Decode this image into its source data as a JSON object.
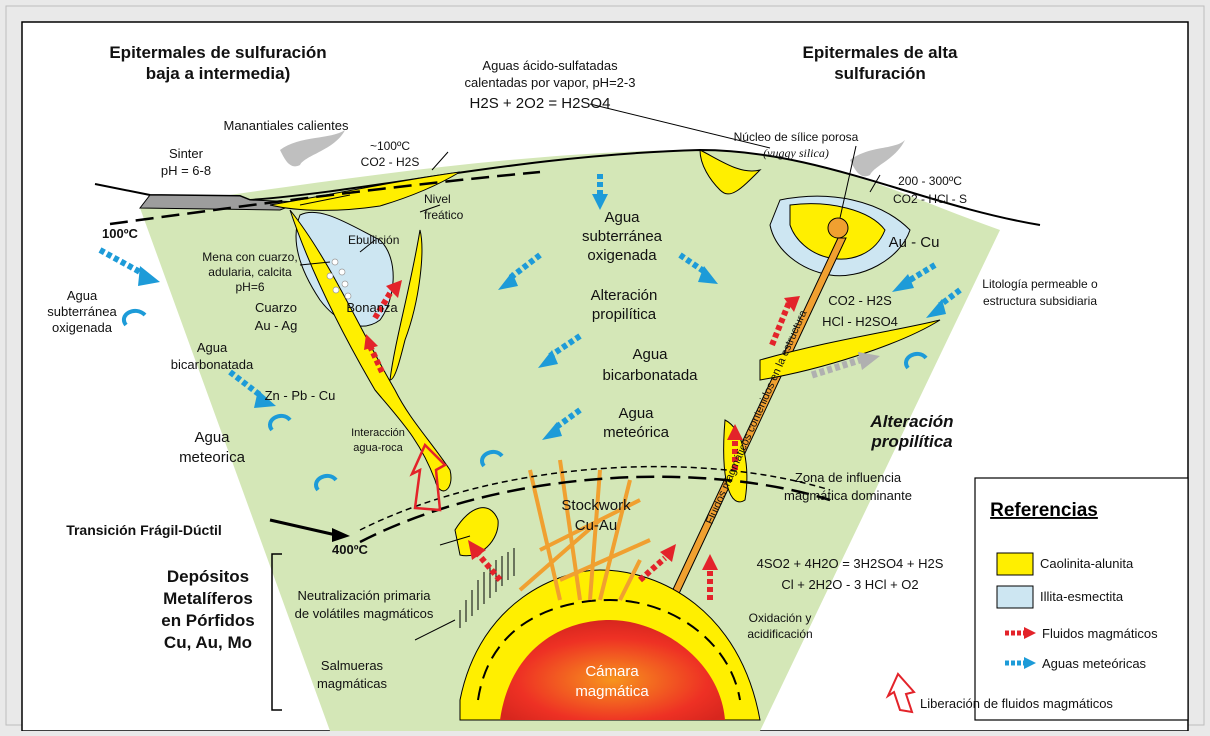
{
  "headings": {
    "left": [
      "Epitermales de sulfuración",
      "baja a intermedia)"
    ],
    "right": [
      "Epitermales de alta",
      "sulfuración"
    ]
  },
  "top_center": {
    "lines": [
      "Aguas ácido-sulfatadas",
      "calentadas por vapor, pH=2-3"
    ],
    "equation": "H2S + 2O2 = H2SO4"
  },
  "labels": {
    "manantiales": "Manantiales calientes",
    "hot_temp": "~100ºC",
    "hot_gas": "CO2 - H2S",
    "sinter": [
      "Sinter",
      "pH = 6-8"
    ],
    "isotherm_100": "100ºC",
    "nivel_freatico": [
      "Nivel",
      "freático"
    ],
    "ebullicion": "Ebullición",
    "mena": [
      "Mena con cuarzo,",
      "adularia, calcita",
      "pH=6"
    ],
    "bonanza": "Bonanza",
    "cuarzo": [
      "Cuarzo",
      "Au - Ag"
    ],
    "agua_sub_left": [
      "Agua",
      "subterránea",
      "oxigenada"
    ],
    "agua_bicarb_left": [
      "Agua",
      "bicarbonatada"
    ],
    "zn_pb_cu": "Zn - Pb - Cu",
    "agua_meteorica_left": [
      "Agua",
      "meteorica"
    ],
    "interaccion": [
      "Interacción",
      "agua-roca"
    ],
    "center_sub": [
      "Agua",
      "subterránea",
      "oxigenada"
    ],
    "alteracion_center": [
      "Alteración",
      "propilítica"
    ],
    "center_bicarb": [
      "Agua",
      "bicarbonatada"
    ],
    "center_meteorica": [
      "Agua",
      "meteórica"
    ],
    "nucleo": "Núcleo de sílice porosa",
    "vuggy": "(vuggy silica)",
    "temp_right": "200 - 300ºC",
    "gas_right": "CO2 - HCl - S",
    "au_cu": "Au - Cu",
    "litologia": [
      "Litología permeable o",
      "estructura subsidiaria"
    ],
    "co2_h2s": "CO2 - H2S",
    "hcl_h2so4": "HCl - H2SO4",
    "fluidos_estructura": "Fluidos magmáticos contenidos en la estructura",
    "alteracion_right": [
      "Alteración",
      "propilítica"
    ],
    "zona_influencia": [
      "Zona de influencia",
      "magmática dominante"
    ],
    "stockwork": [
      "Stockwork",
      "Cu-Au"
    ],
    "transicion": "Transición Frágil-Dúctil",
    "isotherm_400": "400ºC",
    "depositos": [
      "Depósitos",
      "Metalíferos",
      "en Pórfidos",
      "Cu, Au, Mo"
    ],
    "neutralizacion": [
      "Neutralización primaria",
      "de volátiles magmáticos"
    ],
    "salmueras": [
      "Salmueras",
      "magmáticas"
    ],
    "reaction1": "4SO2 + 4H2O = 3H2SO4 + H2S",
    "reaction2": "Cl + 2H2O - 3 HCl + O2",
    "oxidacion": [
      "Oxidación y",
      "acidificación"
    ],
    "camara": [
      "Cámara",
      "magmática"
    ]
  },
  "legend": {
    "title": "Referencias",
    "items": [
      {
        "label": "Caolinita-alunita",
        "color": "#ffef00"
      },
      {
        "label": "Illita-esmectita",
        "color": "#cde6f2"
      },
      {
        "label": "Fluidos magmáticos",
        "color": "#e3232a"
      },
      {
        "label": "Aguas meteóricas",
        "color": "#1d9bd8"
      },
      {
        "label": "Liberación de fluidos magmáticos",
        "color": "#e3232a"
      }
    ]
  },
  "colors": {
    "alteration_green": "#d4e7b7",
    "kaolinite_yellow": "#ffef00",
    "illite_blue": "#cde6f2",
    "magmatic_red": "#e3232a",
    "meteoric_blue": "#1d9bd8",
    "vein_orange": "#f0a030"
  }
}
